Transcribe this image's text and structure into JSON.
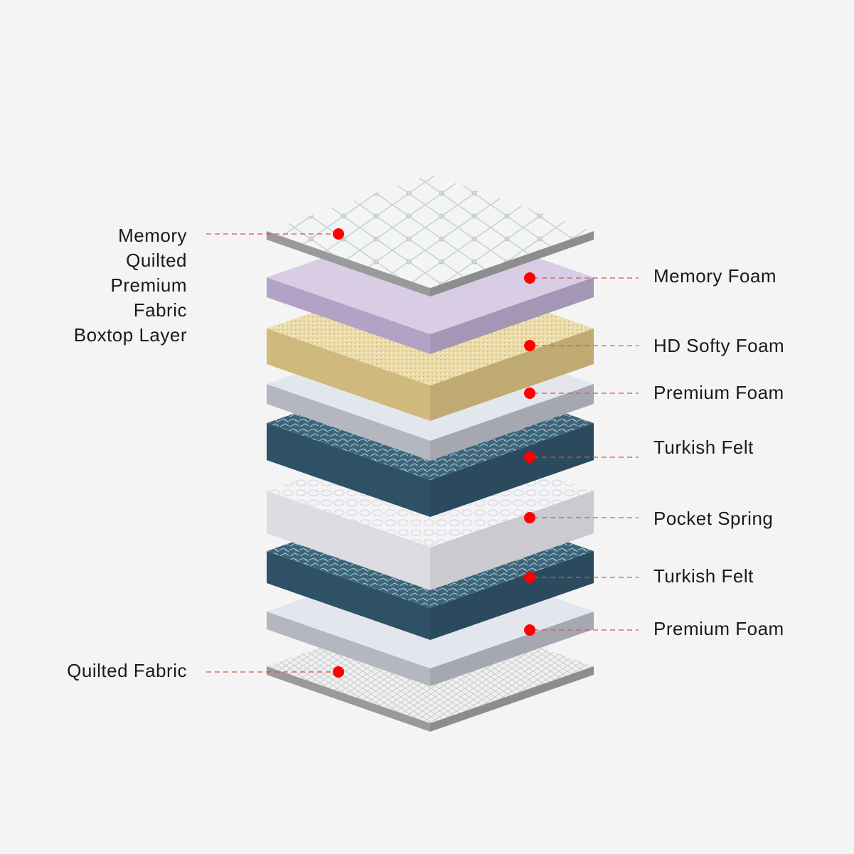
{
  "left_labels": [
    {
      "lines": [
        "Memory",
        "Quilted",
        "Premium",
        "Fabric",
        "Boxtop Layer"
      ]
    },
    {
      "lines": [
        "Quilted Fabric"
      ]
    }
  ],
  "right_labels": [
    "Memory Foam",
    "HD Softy Foam",
    "Premium Foam",
    "Turkish Felt",
    "Pocket Spring",
    "Turkish Felt",
    "Premium Foam"
  ],
  "colors": {
    "marker": "#ff0000",
    "leader": "#d9534f",
    "background": "#f4f4f4"
  },
  "layers": [
    {
      "name": "quilted-boxtop",
      "top": "#f2f4f4",
      "side": "#9a9a9a",
      "pattern": "quilt"
    },
    {
      "name": "memory-foam",
      "top": "#d9cde6",
      "side": "#b2a3c6"
    },
    {
      "name": "hd-softy-foam",
      "top": "#ecdcaa",
      "side": "#d0b97c",
      "pattern": "speckle"
    },
    {
      "name": "premium-foam",
      "top": "#e4e6ee",
      "side": "#b5b7c0"
    },
    {
      "name": "turkish-felt",
      "top": "#3f6a80",
      "side": "#2f5166",
      "pattern": "felt"
    },
    {
      "name": "pocket-spring",
      "top": "#f1f1f4",
      "side": "#dcdce2",
      "pattern": "spring"
    },
    {
      "name": "turkish-felt",
      "top": "#3f6a80",
      "side": "#2f5166",
      "pattern": "felt"
    },
    {
      "name": "premium-foam",
      "top": "#e4e6ee",
      "side": "#b5b7c0"
    },
    {
      "name": "quilted-fabric",
      "top": "#eeeeee",
      "side": "#9a9a9a",
      "pattern": "weave"
    }
  ]
}
